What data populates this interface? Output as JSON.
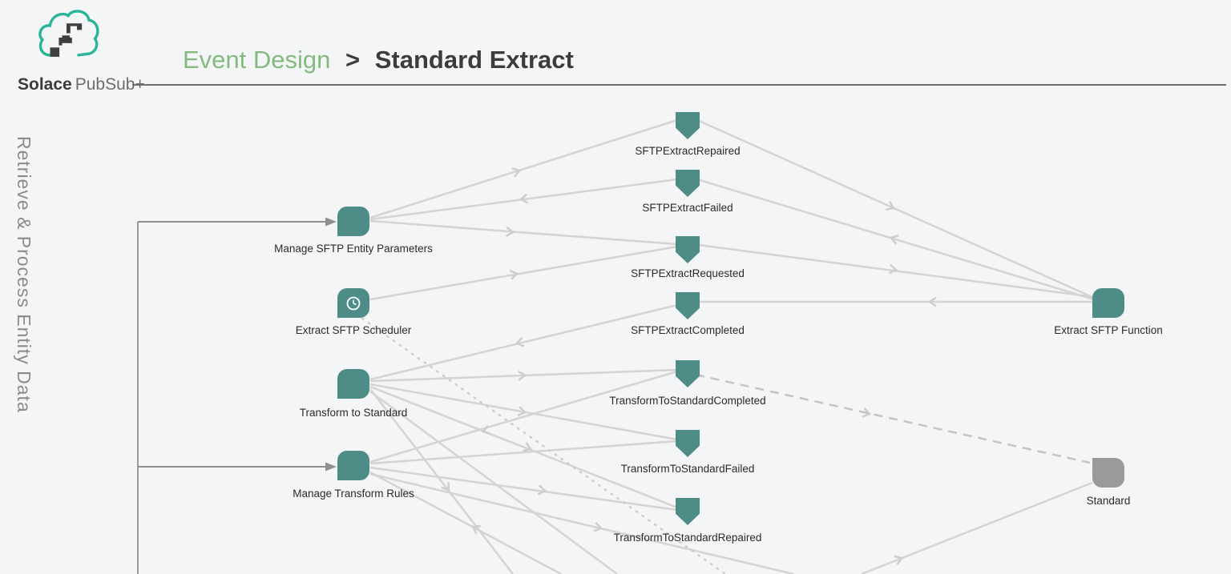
{
  "header": {
    "brand": {
      "bold": "Solace",
      "light": "PubSub+"
    },
    "breadcrumb": {
      "section": "Event Design",
      "separator": ">",
      "page": "Standard Extract"
    }
  },
  "sidebar": {
    "vertical_label": "Retrieve & Process Entity Data"
  },
  "diagram": {
    "applications": [
      {
        "label": "Manage SFTP Entity Parameters",
        "type": "application"
      },
      {
        "label": "Extract SFTP Scheduler",
        "type": "application",
        "icon": "clock"
      },
      {
        "label": "Transform to Standard",
        "type": "application"
      },
      {
        "label": "Manage Transform Rules",
        "type": "application"
      },
      {
        "label": "Extract SFTP Function",
        "type": "application"
      },
      {
        "label": "Standard",
        "type": "external-application"
      }
    ],
    "events": [
      {
        "label": "SFTPExtractRepaired"
      },
      {
        "label": "SFTPExtractFailed"
      },
      {
        "label": "SFTPExtractRequested"
      },
      {
        "label": "SFTPExtractCompleted"
      },
      {
        "label": "TransformToStandardCompleted"
      },
      {
        "label": "TransformToStandardFailed"
      },
      {
        "label": "TransformToStandardRepaired"
      }
    ],
    "colors": {
      "node_teal": "#4e8c88",
      "node_gray": "#9a9a9a",
      "edge_light": "#d6d3d0",
      "edge_dark": "#8f8f8f",
      "edge_dashed": "#c6c3c0",
      "label_text": "#2b2b2b",
      "sidebar_text": "#8a8a8a",
      "breadcrumb_green": "#84ba7e",
      "background": "#f4f5f7",
      "logo_cloud": "#2ab598",
      "logo_squares": "#3f3f3f"
    }
  }
}
